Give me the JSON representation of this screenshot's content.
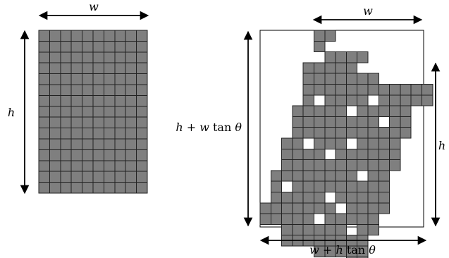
{
  "colors": {
    "pixel_fill": "#7f7f7f",
    "pixel_stroke": "#222222",
    "line": "#000000",
    "background": "#ffffff"
  },
  "labels": {
    "left_width": "w",
    "left_height": "h",
    "right_width": "w",
    "right_height": "h",
    "bbox_height": {
      "a": "h",
      "plus": " + ",
      "b": "w",
      "fn": " tan ",
      "c": "θ"
    },
    "bbox_width": {
      "a": "w",
      "plus": " + ",
      "b": "h",
      "fn": " tan ",
      "c": "θ"
    }
  },
  "grid": {
    "columns": 10,
    "rows": 15,
    "rotated_rows": [
      [
        5,
        6
      ],
      [
        5,
        6
      ],
      [
        6,
        9
      ],
      [
        4,
        9
      ],
      [
        4,
        10
      ],
      [
        4,
        15
      ],
      [
        4,
        15
      ],
      [
        3,
        13
      ],
      [
        3,
        13
      ],
      [
        3,
        13
      ],
      [
        2,
        12
      ],
      [
        2,
        12
      ],
      [
        2,
        12
      ],
      [
        1,
        11
      ],
      [
        1,
        11
      ],
      [
        1,
        11
      ],
      [
        0,
        11
      ],
      [
        0,
        10
      ],
      [
        2,
        10
      ],
      [
        2,
        9
      ],
      [
        5,
        9
      ],
      [
        8,
        9
      ]
    ],
    "holes": [
      [
        1,
        6
      ],
      [
        1,
        9
      ],
      [
        3,
        9
      ],
      [
        3,
        12
      ],
      [
        6,
        5
      ],
      [
        6,
        10
      ],
      [
        7,
        8
      ],
      [
        8,
        11
      ],
      [
        10,
        8
      ],
      [
        10,
        4
      ],
      [
        11,
        6
      ],
      [
        13,
        9
      ],
      [
        15,
        6
      ],
      [
        14,
        2
      ],
      [
        16,
        7
      ],
      [
        17,
        5
      ],
      [
        18,
        8
      ]
    ]
  }
}
